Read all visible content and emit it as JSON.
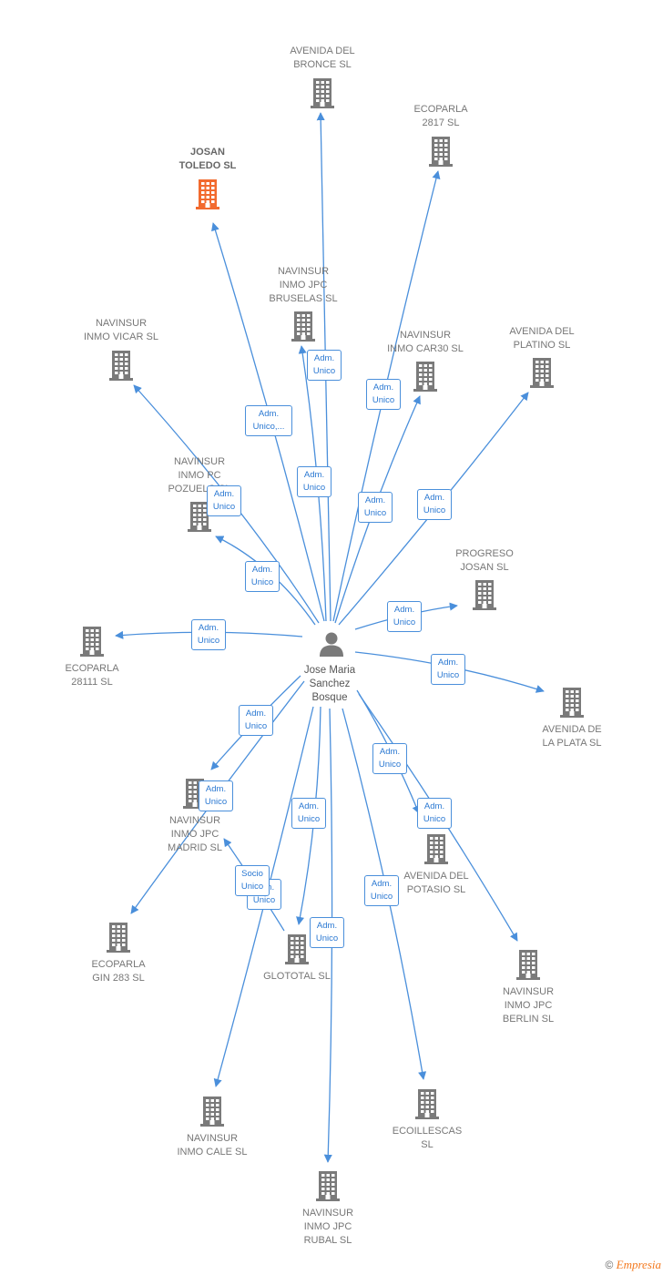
{
  "center": {
    "label": "Jose Maria\nSanchez\nBosque",
    "icon": "person-icon",
    "color": "#777777"
  },
  "colors": {
    "edge": "#4a8fdb",
    "node": "#7a7a7a",
    "highlight": "#f26a2e",
    "box_text": "#2a78d2"
  },
  "nodes": [
    {
      "id": "avenida-del-bronce",
      "label": "AVENIDA DEL\nBRONCE SL",
      "icon": "building-icon",
      "highlight": false
    },
    {
      "id": "ecoparla-2817",
      "label": "ECOPARLA\n2817 SL",
      "icon": "building-icon",
      "highlight": false
    },
    {
      "id": "josan-toledo",
      "label": "JOSAN\nTOLEDO SL",
      "icon": "building-icon",
      "highlight": true
    },
    {
      "id": "navinsur-inmo-jpc-bruselas",
      "label": "NAVINSUR\nINMO JPC\nBRUSELAS SL",
      "icon": "building-icon",
      "highlight": false
    },
    {
      "id": "navinsur-inmo-vicar",
      "label": "NAVINSUR\nINMO VICAR SL",
      "icon": "building-icon",
      "highlight": false
    },
    {
      "id": "navinsur-inmo-car30",
      "label": "NAVINSUR\nINMO CAR30 SL",
      "icon": "building-icon",
      "highlight": false
    },
    {
      "id": "avenida-del-platino",
      "label": "AVENIDA DEL\nPLATINO SL",
      "icon": "building-icon",
      "highlight": false
    },
    {
      "id": "navinsur-inmo-pc-pozuelo",
      "label": "NAVINSUR\nINMO PC\nPOZUELO SL",
      "icon": "building-icon",
      "highlight": false
    },
    {
      "id": "progreso-josan",
      "label": "PROGRESO\nJOSAN SL",
      "icon": "building-icon",
      "highlight": false
    },
    {
      "id": "ecoparla-28111",
      "label": "ECOPARLA\n28111 SL",
      "icon": "building-icon",
      "highlight": false
    },
    {
      "id": "avenida-de-la-plata",
      "label": "AVENIDA DE\nLA PLATA SL",
      "icon": "building-icon",
      "highlight": false
    },
    {
      "id": "navinsur-inmo-jpc-madrid",
      "label": "NAVINSUR\nINMO JPC\nMADRID SL",
      "icon": "building-icon",
      "highlight": false
    },
    {
      "id": "avenida-del-potasio",
      "label": "AVENIDA DEL\nPOTASIO SL",
      "icon": "building-icon",
      "highlight": false
    },
    {
      "id": "ecoparla-gin-283",
      "label": "ECOPARLA\nGIN 283 SL",
      "icon": "building-icon",
      "highlight": false
    },
    {
      "id": "glototal",
      "label": "GLOTOTAL SL",
      "icon": "building-icon",
      "highlight": false
    },
    {
      "id": "navinsur-inmo-jpc-berlin",
      "label": "NAVINSUR\nINMO JPC\nBERLIN SL",
      "icon": "building-icon",
      "highlight": false
    },
    {
      "id": "navinsur-inmo-cale",
      "label": "NAVINSUR\nINMO CALE SL",
      "icon": "building-icon",
      "highlight": false
    },
    {
      "id": "ecoillescas",
      "label": "ECOILLESCAS\nSL",
      "icon": "building-icon",
      "highlight": false
    },
    {
      "id": "navinsur-inmo-jpc-rubal",
      "label": "NAVINSUR\nINMO JPC\nRUBAL SL",
      "icon": "building-icon",
      "highlight": false
    }
  ],
  "edges": [
    {
      "from": "center",
      "to": "avenida-del-bronce",
      "label": "Adm.\nUnico"
    },
    {
      "from": "center",
      "to": "ecoparla-2817",
      "label": "Adm.\nUnico"
    },
    {
      "from": "center",
      "to": "josan-toledo",
      "label": "Adm.\nUnico,..."
    },
    {
      "from": "center",
      "to": "navinsur-inmo-jpc-bruselas",
      "label": "Adm.\nUnico"
    },
    {
      "from": "center",
      "to": "navinsur-inmo-vicar",
      "label": "Adm.\nUnico"
    },
    {
      "from": "center",
      "to": "navinsur-inmo-car30",
      "label": "Adm.\nUnico"
    },
    {
      "from": "center",
      "to": "avenida-del-platino",
      "label": "Adm.\nUnico"
    },
    {
      "from": "center",
      "to": "navinsur-inmo-pc-pozuelo",
      "label": "Adm.\nUnico"
    },
    {
      "from": "center",
      "to": "progreso-josan",
      "label": "Adm.\nUnico"
    },
    {
      "from": "center",
      "to": "ecoparla-28111",
      "label": "Adm.\nUnico"
    },
    {
      "from": "center",
      "to": "avenida-de-la-plata",
      "label": "Adm.\nUnico"
    },
    {
      "from": "center",
      "to": "navinsur-inmo-jpc-madrid",
      "label": "Adm.\nUnico"
    },
    {
      "from": "center",
      "to": "avenida-del-potasio",
      "label": "Adm.\nUnico"
    },
    {
      "from": "center",
      "to": "ecoparla-gin-283",
      "label": "Adm.\nUnico"
    },
    {
      "from": "center",
      "to": "glototal",
      "label": "Adm.\nUnico"
    },
    {
      "from": "center",
      "to": "navinsur-inmo-jpc-berlin",
      "label": "Adm.\nUnico"
    },
    {
      "from": "center",
      "to": "navinsur-inmo-cale",
      "label": "Adm.\nUnico"
    },
    {
      "from": "center",
      "to": "ecoillescas",
      "label": "Adm.\nUnico"
    },
    {
      "from": "center",
      "to": "navinsur-inmo-jpc-rubal",
      "label": "Adm.\nUnico"
    },
    {
      "from": "center",
      "to": "navinsur-inmo-jpc-madrid",
      "label": "Socio\nUnico"
    }
  ],
  "footer": {
    "copyright": "©",
    "brand_initial": "E",
    "brand_rest": "mpresia"
  }
}
